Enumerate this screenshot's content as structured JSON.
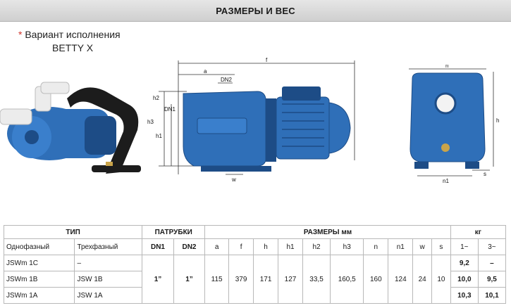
{
  "page": {
    "title": "РАЗМЕРЫ И ВЕС",
    "variant_line1": "Вариант исполнения",
    "variant_line2": "BETTY X",
    "variant_mark": "*"
  },
  "drawing": {
    "side_labels": [
      "f",
      "a",
      "DN2",
      "h2",
      "DN1",
      "h3",
      "h1",
      "w"
    ],
    "front_labels": [
      "n",
      "h",
      "n1",
      "s"
    ]
  },
  "table": {
    "group_headers": {
      "type": "ТИП",
      "ports": "ПАТРУБКИ",
      "dims": "РАЗМЕРЫ мм",
      "weight": "кг"
    },
    "col_headers": [
      "Однофазный",
      "Трехфазный",
      "DN1",
      "DN2",
      "a",
      "f",
      "h",
      "h1",
      "h2",
      "h3",
      "n",
      "n1",
      "w",
      "s",
      "1~",
      "3~"
    ],
    "rows": [
      {
        "single": "JSWm 1C",
        "three": "–",
        "w1": "9,2",
        "w3": "–"
      },
      {
        "single": "JSWm 1B",
        "three": "JSW 1B",
        "w1": "10,0",
        "w3": "9,5"
      },
      {
        "single": "JSWm 1A",
        "three": "JSW 1A",
        "w1": "10,3",
        "w3": "10,1"
      }
    ],
    "shared": {
      "DN1": "1”",
      "DN2": "1”",
      "a": "115",
      "f": "379",
      "h": "171",
      "h1": "127",
      "h2": "33,5",
      "h3": "160,5",
      "n": "160",
      "n1": "124",
      "w": "24",
      "s": "10"
    }
  },
  "colors": {
    "pump_blue": "#2f6fb8",
    "pump_dark": "#1d4c86",
    "frame": "#1c1c1c",
    "connector": "#e8e8e8"
  }
}
